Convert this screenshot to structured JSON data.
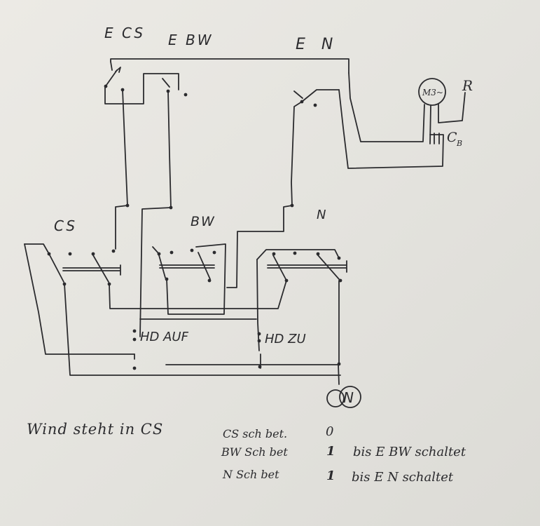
{
  "labels": {
    "ecs": "E CS",
    "ebw": "E BW",
    "en": "E N",
    "motor": "M3~",
    "r": "R",
    "cb": "C",
    "cb_sub": "B",
    "cs": "CS",
    "bw": "BW",
    "n": "N",
    "hd_auf": "HD AUF",
    "hd_zu": "HD  ZU",
    "neutral": "N"
  },
  "notes": {
    "wind": "Wind steht in CS",
    "table": [
      {
        "key": "CS sch bet.",
        "val": "0",
        "desc": ""
      },
      {
        "key": "BW Sch bet",
        "val": "1",
        "desc": "bis E BW schaltet"
      },
      {
        "key": "N Sch bet",
        "val": "1",
        "desc": "bis E N   schaltet"
      }
    ]
  },
  "colors": {
    "ink": "#2b2b2e",
    "paper": "#e8e7e2"
  }
}
